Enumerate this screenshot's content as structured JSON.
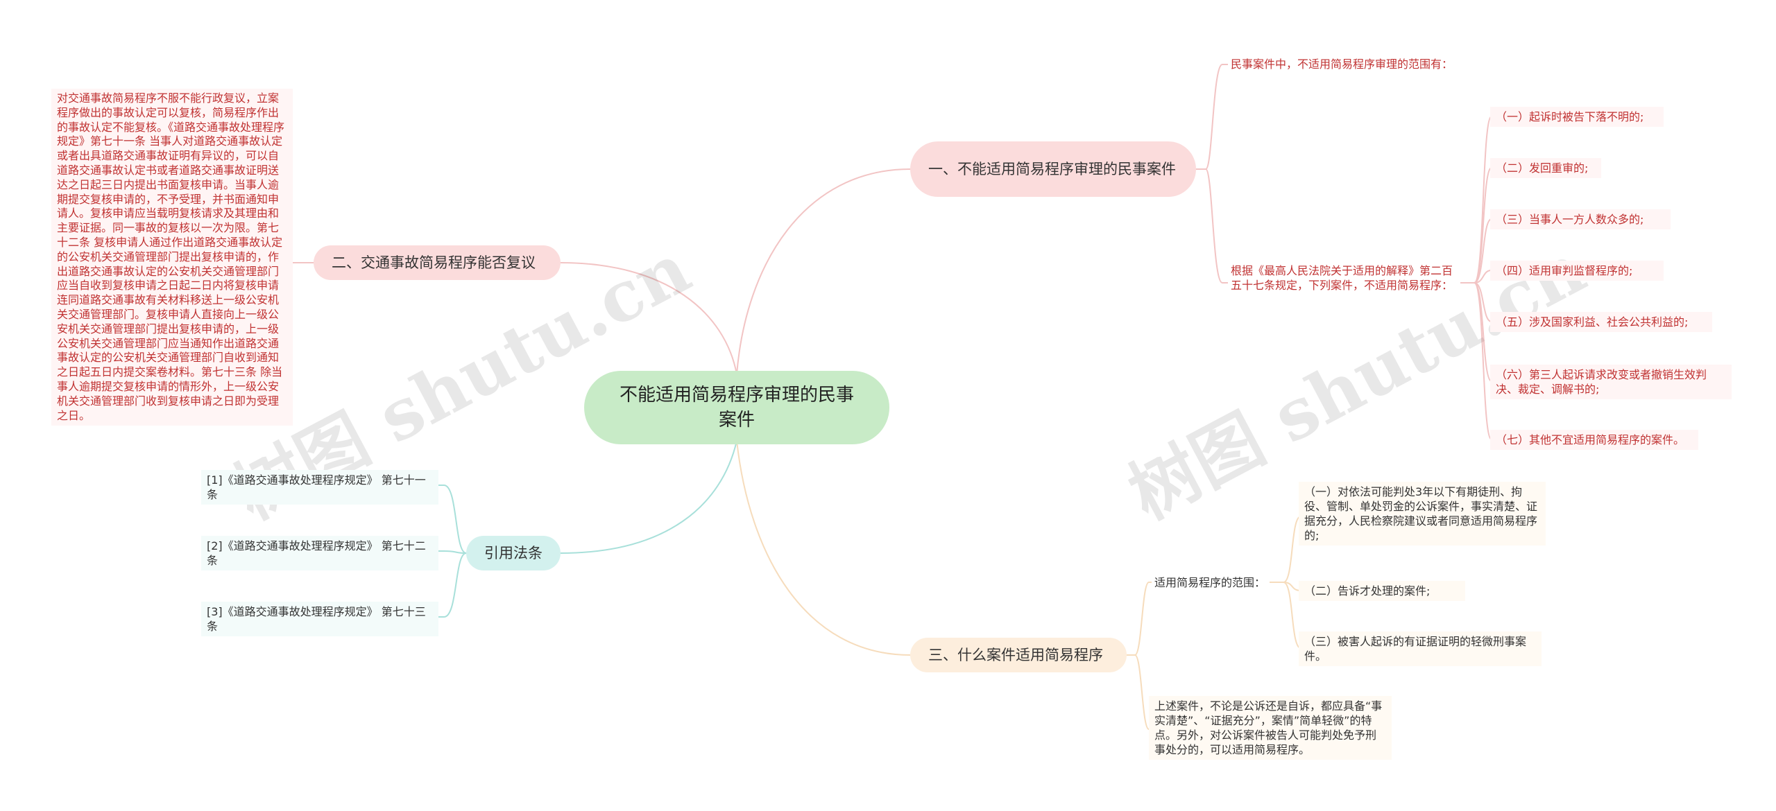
{
  "root": {
    "label": "不能适用简易程序审理的民事案件"
  },
  "branch1": {
    "label": "一、不能适用简易程序审理的民事案件",
    "scope_text": "民事案件中，不适用简易程序审理的范围有：",
    "basis_text": "根据《最高人民法院关于适用的解释》第二百五十七条规定，下列案件，不适用简易程序：",
    "items": [
      "（一）起诉时被告下落不明的;",
      "（二）发回重审的;",
      "（三）当事人一方人数众多的;",
      "（四）适用审判监督程序的;",
      "（五）涉及国家利益、社会公共利益的;",
      "（六）第三人起诉请求改变或者撤销生效判决、裁定、调解书的;",
      "（七）其他不宜适用简易程序的案件。"
    ]
  },
  "branch2": {
    "label": "二、交通事故简易程序能否复议",
    "detail": "对交通事故简易程序不服不能行政复议，立案程序做出的事故认定可以复核，简易程序作出的事故认定不能复核。《道路交通事故处理程序规定》第七十一条 当事人对道路交通事故认定或者出具道路交通事故证明有异议的，可以自道路交通事故认定书或者道路交通事故证明送达之日起三日内提出书面复核申请。当事人逾期提交复核申请的，不予受理，并书面通知申请人。复核申请应当载明复核请求及其理由和主要证据。同一事故的复核以一次为限。第七十二条 复核申请人通过作出道路交通事故认定的公安机关交通管理部门提出复核申请的，作出道路交通事故认定的公安机关交通管理部门应当自收到复核申请之日起二日内将复核申请连同道路交通事故有关材料移送上一级公安机关交通管理部门。复核申请人直接向上一级公安机关交通管理部门提出复核申请的，上一级公安机关交通管理部门应当通知作出道路交通事故认定的公安机关交通管理部门自收到通知之日起五日内提交案卷材料。第七十三条 除当事人逾期提交复核申请的情形外，上一级公安机关交通管理部门收到复核申请之日即为受理之日。"
  },
  "branch3": {
    "label": "引用法条",
    "items": [
      "[1]《道路交通事故处理程序规定》 第七十一条",
      "[2]《道路交通事故处理程序规定》 第七十二条",
      "[3]《道路交通事故处理程序规定》 第七十三条"
    ]
  },
  "branch4": {
    "label": "三、什么案件适用简易程序",
    "scope_text": "适用简易程序的范围：",
    "items": [
      "（一）对依法可能判处3年以下有期徒刑、拘役、管制、单处罚金的公诉案件，事实清楚、证据充分，人民检察院建议或者同意适用简易程序的;",
      "（二）告诉才处理的案件;",
      "（三）被害人起诉的有证据证明的轻微刑事案件。"
    ],
    "summary": "上述案件，不论是公诉还是自诉，都应具备“事实清楚”、“证据充分”，案情”简单轻微”的特点。另外，对公诉案件被告人可能判处免予刑事处分的，可以适用简易程序。"
  },
  "watermark": {
    "text": "树图 shutu.cn"
  },
  "colors": {
    "root_bg": "#c8ebc7",
    "branch1_bg": "#fbdcdc",
    "branch2_bg": "#fbdcdc",
    "branch3_bg": "#d3f1ee",
    "branch4_bg": "#fdeedd",
    "pink_line": "#f2c4c4",
    "teal_line": "#a8e0da",
    "peach_line": "#f6dcbc",
    "red_text": "#c03232",
    "dark_text": "#333333"
  }
}
